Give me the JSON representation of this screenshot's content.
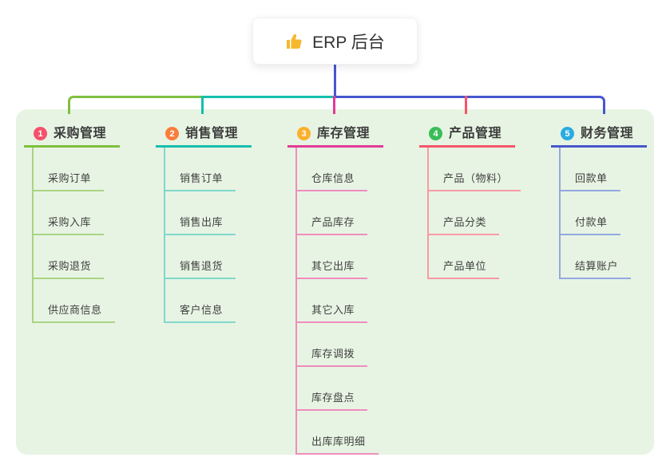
{
  "root": {
    "title": "ERP 后台",
    "icon": "thumbs-up-icon",
    "icon_color": "#f5b82e",
    "line_color": "#4757ce"
  },
  "canvas": {
    "background": "#e7f4e3"
  },
  "branches": [
    {
      "num": "1",
      "label": "采购管理",
      "badge_color": "#f4516c",
      "line_color": "#7fbf3f",
      "child_line_color": "#a9d484",
      "children": [
        "采购订单",
        "采购入库",
        "采购退货",
        "供应商信息"
      ]
    },
    {
      "num": "2",
      "label": "销售管理",
      "badge_color": "#fa7d3c",
      "line_color": "#14bfae",
      "child_line_color": "#7fd8cc",
      "children": [
        "销售订单",
        "销售出库",
        "销售退货",
        "客户信息"
      ]
    },
    {
      "num": "3",
      "label": "库存管理",
      "badge_color": "#fcaf2c",
      "line_color": "#e23b97",
      "child_line_color": "#ef8cc0",
      "children": [
        "仓库信息",
        "产品库存",
        "其它出库",
        "其它入库",
        "库存调拨",
        "库存盘点",
        "出库库明细"
      ]
    },
    {
      "num": "4",
      "label": "产品管理",
      "badge_color": "#3abd58",
      "line_color": "#f4566b",
      "child_line_color": "#f79aa4",
      "children": [
        "产品（物料）",
        "产品分类",
        "产品单位"
      ]
    },
    {
      "num": "5",
      "label": "财务管理",
      "badge_color": "#2aabe2",
      "line_color": "#4757ce",
      "child_line_color": "#93a8e0",
      "children": [
        "回款单",
        "付款单",
        "结算账户"
      ]
    }
  ]
}
